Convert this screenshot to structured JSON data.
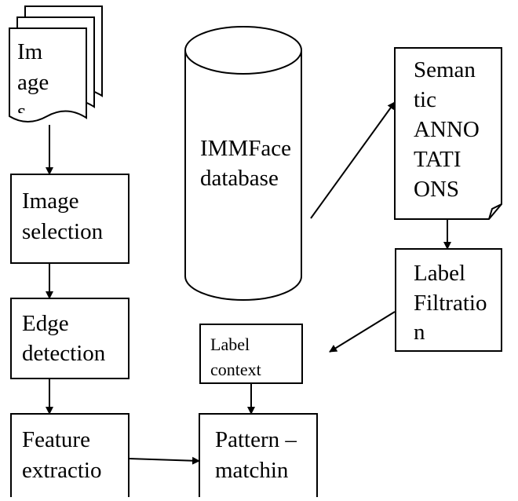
{
  "images_stack": {
    "lines": [
      "Im",
      "age",
      "s"
    ]
  },
  "database": {
    "lines": [
      "IMMFace",
      "database"
    ]
  },
  "semantic_annotations": {
    "lines": [
      "Seman",
      "tic",
      "ANNO",
      "TATI",
      "ONS"
    ]
  },
  "image_selection": {
    "lines": [
      "Image",
      "selection"
    ]
  },
  "edge_detection": {
    "lines": [
      "Edge",
      "detection"
    ]
  },
  "feature_extraction": {
    "lines": [
      "Feature",
      "extractio"
    ]
  },
  "label_filtration": {
    "lines": [
      "Label",
      "Filtratio",
      "n"
    ]
  },
  "label_context": {
    "lines": [
      "Label",
      "context"
    ]
  },
  "pattern_matching": {
    "lines": [
      "Pattern –",
      "matchin"
    ]
  }
}
